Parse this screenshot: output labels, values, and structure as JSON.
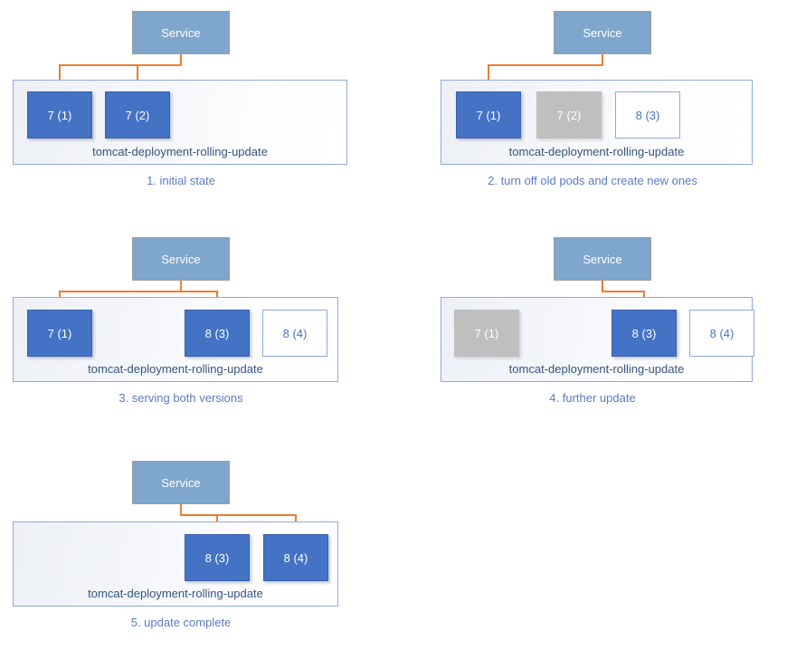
{
  "diagram": {
    "title": "Kubernetes rolling update sequence",
    "colors": {
      "service_fill": "#7FA6CC",
      "pod_active": "#4472C4",
      "pod_terminating": "#BFBFBF",
      "pod_pending_border": "#8FAADC",
      "arrow": "#ED7D31",
      "caption_text": "#5B7BC0",
      "container_border": "#8FAADC"
    },
    "service_label": "Service",
    "deployment_label": "tomcat-deployment-rolling-update"
  },
  "panels": [
    {
      "id": "panel-1",
      "caption": "1. initial state",
      "service": "Service",
      "deployment": "tomcat-deployment-rolling-update",
      "pods": [
        {
          "label": "7 (1)",
          "state": "active"
        },
        {
          "label": "7 (2)",
          "state": "active"
        }
      ],
      "arrows_to": [
        0,
        1
      ]
    },
    {
      "id": "panel-2",
      "caption": "2. turn off old pods and create new ones",
      "service": "Service",
      "deployment": "tomcat-deployment-rolling-update",
      "pods": [
        {
          "label": "7 (1)",
          "state": "active"
        },
        {
          "label": "7 (2)",
          "state": "terminating"
        },
        {
          "label": "8 (3)",
          "state": "pending"
        }
      ],
      "arrows_to": [
        0
      ]
    },
    {
      "id": "panel-3",
      "caption": "3. serving both versions",
      "service": "Service",
      "deployment": "tomcat-deployment-rolling-update",
      "pods": [
        {
          "label": "7 (1)",
          "state": "active"
        },
        {
          "label": "8 (3)",
          "state": "active"
        },
        {
          "label": "8 (4)",
          "state": "pending"
        }
      ],
      "arrows_to": [
        0,
        1
      ]
    },
    {
      "id": "panel-4",
      "caption": "4. further update",
      "service": "Service",
      "deployment": "tomcat-deployment-rolling-update",
      "pods": [
        {
          "label": "7 (1)",
          "state": "terminating"
        },
        {
          "label": "8 (3)",
          "state": "active"
        },
        {
          "label": "8 (4)",
          "state": "pending"
        }
      ],
      "arrows_to": [
        1
      ]
    },
    {
      "id": "panel-5",
      "caption": "5. update complete",
      "service": "Service",
      "deployment": "tomcat-deployment-rolling-update",
      "pods": [
        {
          "label": "8 (3)",
          "state": "active"
        },
        {
          "label": "8 (4)",
          "state": "active"
        }
      ],
      "arrows_to": [
        0,
        1
      ]
    }
  ]
}
